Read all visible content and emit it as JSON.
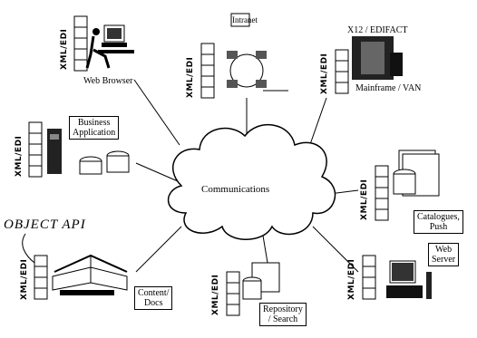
{
  "center": {
    "label": "Communications"
  },
  "xml_tag": "XML/EDI",
  "api_label": "OBJECT API",
  "nodes": {
    "web_browser": {
      "label": "Web Browser"
    },
    "intranet": {
      "label": "Intranet"
    },
    "mainframe_top": {
      "label": "X12 / EDIFACT"
    },
    "mainframe_bottom": {
      "label": "Mainframe / VAN"
    },
    "business_app": {
      "label_line1": "Business",
      "label_line2": "Application"
    },
    "catalogues": {
      "label_line1": "Catalogues,",
      "label_line2": "Push"
    },
    "content": {
      "label_line1": "Content/",
      "label_line2": "Docs"
    },
    "repository": {
      "label_line1": "Repository",
      "label_line2": "/ Search"
    },
    "web_server": {
      "label_line1": "Web",
      "label_line2": "Server"
    }
  }
}
